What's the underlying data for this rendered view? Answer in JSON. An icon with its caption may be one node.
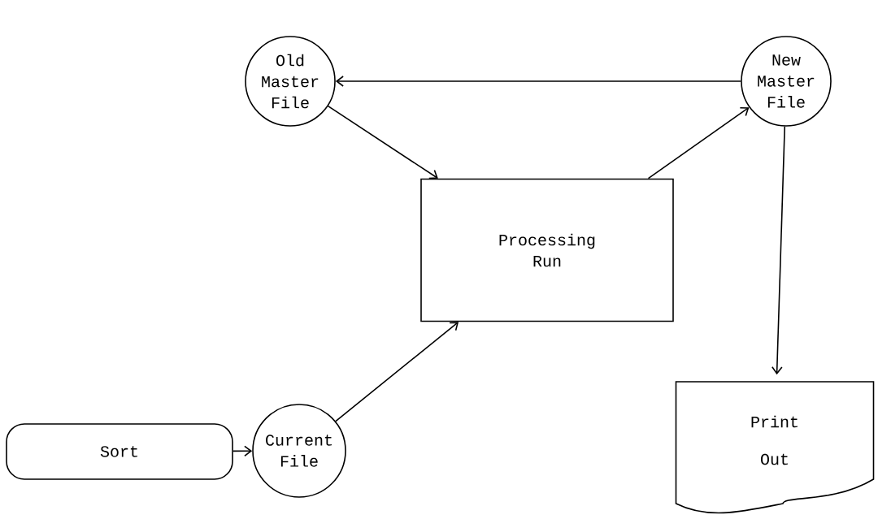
{
  "diagram": {
    "nodes": [
      {
        "text": [
          "Old Master File"
        ]
      },
      {
        "text": [
          "New Master File"
        ]
      },
      {
        "text": [
          "Processing Run"
        ]
      },
      {
        "text": [
          "Sort"
        ]
      },
      {
        "text": [
          "Current File"
        ]
      },
      {
        "text": [
          "Print Out"
        ]
      }
    ],
    "edges": [
      {
        "from": 1,
        "to": 0,
        "arrow": "to"
      },
      {
        "from": 0,
        "to": 2,
        "arrow": "to"
      },
      {
        "from": 2,
        "to": 1,
        "arrow": "to"
      },
      {
        "from": 4,
        "to": 2,
        "arrow": "to"
      },
      {
        "from": 3,
        "to": 4,
        "arrow": "to"
      },
      {
        "from": 1,
        "to": 5,
        "arrow": "to"
      }
    ]
  }
}
